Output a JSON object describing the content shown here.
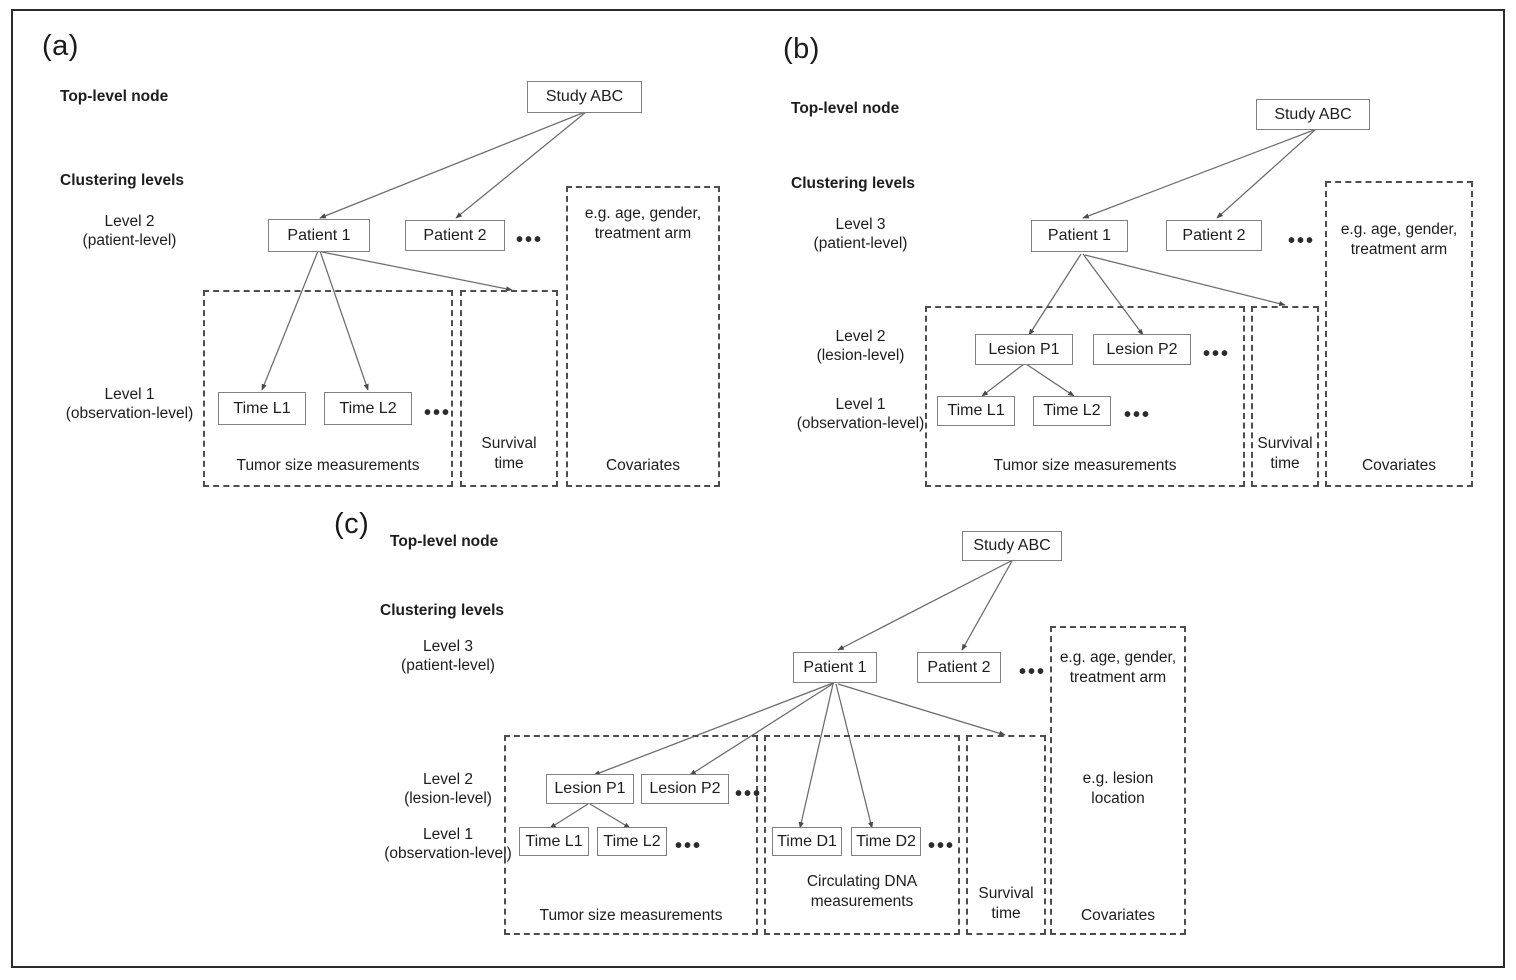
{
  "figure": {
    "frame_color": "#2b2b2b",
    "node_border_color": "#808080",
    "dashed_border_color": "#4d4d4d",
    "edge_color": "#6b6b6b"
  },
  "labels": {
    "top_level_node": "Top-level node",
    "clustering_levels": "Clustering levels",
    "level1_observation": "Level 1\n(observation-level)",
    "level2_patient": "Level 2\n(patient-level)",
    "level2_lesion": "Level 2\n(lesion-level)",
    "level3_patient": "Level 3\n(patient-level)",
    "ellipsis": "•••"
  },
  "nodes": {
    "study": "Study ABC",
    "patient1": "Patient 1",
    "patient2": "Patient 2",
    "lesion_p1": "Lesion P1",
    "lesion_p2": "Lesion P2",
    "time_l1": "Time L1",
    "time_l2": "Time L2",
    "time_d1": "Time D1",
    "time_d2": "Time D2"
  },
  "group_labels": {
    "tumor": "Tumor size measurements",
    "dna": "Circulating DNA\nmeasurements",
    "survival": "Survival\ntime",
    "covariates": "Covariates",
    "covariate_example_patient": "e.g. age, gender,\ntreatment arm",
    "covariate_example_lesion": "e.g. lesion\nlocation"
  },
  "panels": [
    {
      "id": "a",
      "letter": "(a)",
      "level_labels": [
        "Level 2\n(patient-level)",
        "Level 1\n(observation-level)"
      ]
    },
    {
      "id": "b",
      "letter": "(b)",
      "level_labels": [
        "Level 3\n(patient-level)",
        "Level 2\n(lesion-level)",
        "Level 1\n(observation-level)"
      ]
    },
    {
      "id": "c",
      "letter": "(c)",
      "level_labels": [
        "Level 3\n(patient-level)",
        "Level 2\n(lesion-level)",
        "Level 1\n(observation-level)"
      ]
    }
  ]
}
